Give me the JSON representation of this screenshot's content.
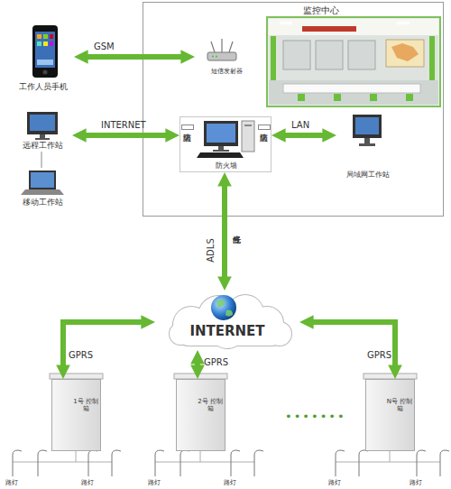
{
  "diagram": {
    "nodes": [
      {
        "text": [
          "监控中心"
        ]
      },
      {
        "text": [
          "短信发射器"
        ],
        "in": 0
      },
      {
        "text": [
          "防火墙",
          "防火墙",
          "防火墙"
        ],
        "in": 0
      },
      {
        "text": [
          "局域网工作站"
        ],
        "in": 0
      },
      {
        "text": [
          "工作人员手机"
        ]
      },
      {
        "text": [
          "远程工作站"
        ]
      },
      {
        "text": [
          "移动工作站"
        ]
      },
      {
        "text": [
          "INTERNET"
        ]
      },
      {
        "text": [
          "1号 控制箱"
        ]
      },
      {
        "text": [
          "2号 控制箱"
        ]
      },
      {
        "text": [
          "N号 控制箱"
        ]
      }
    ],
    "edges": [
      {
        "from": 4,
        "to": 1,
        "label": "GSM",
        "arrow": "both"
      },
      {
        "from": 5,
        "to": 2,
        "label": "INTERNET",
        "arrow": "both"
      },
      {
        "from": 2,
        "to": 3,
        "label": "LAN",
        "arrow": "both"
      },
      {
        "from": 2,
        "to": 7,
        "label": "ADLS",
        "arrow": "both"
      },
      {
        "from": 8,
        "to": 7,
        "label": "GPRS",
        "arrow": "both"
      },
      {
        "from": 9,
        "to": 7,
        "label": "GPRS",
        "arrow": "both"
      },
      {
        "from": 10,
        "to": 7,
        "label": "GPRS",
        "arrow": "both"
      },
      {
        "from": 5,
        "to": 6,
        "arrow": "none"
      }
    ],
    "labels": [
      "光纤专线",
      "•••••••",
      "路灯",
      "路灯",
      "路灯",
      "路灯",
      "路灯",
      "路灯"
    ]
  }
}
